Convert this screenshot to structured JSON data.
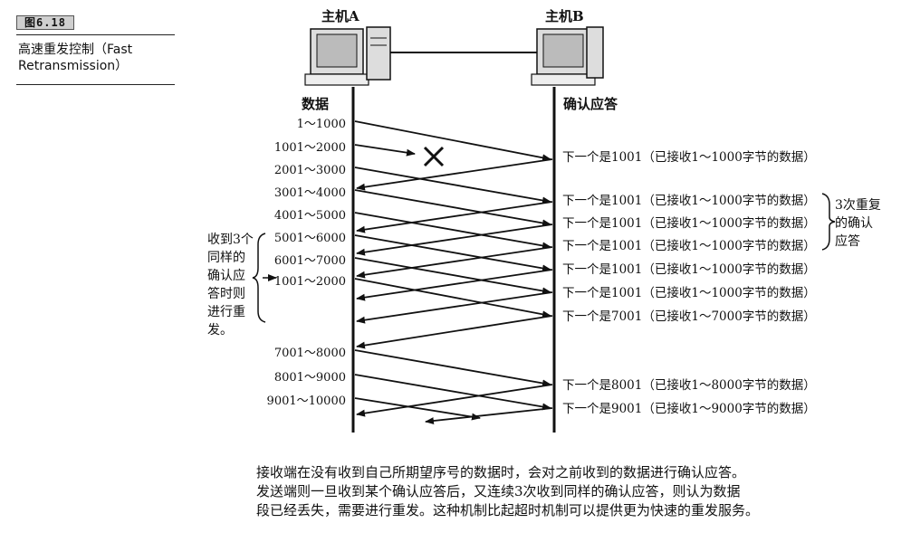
{
  "figure": {
    "number": "图6.18",
    "caption_line1": "高速重发控制（Fast",
    "caption_line2": "Retransmission）"
  },
  "hosts": {
    "a": "主机A",
    "b": "主机B"
  },
  "column_headers": {
    "left": "数据",
    "right": "确认应答"
  },
  "segments": [
    "1～1000",
    "1001～2000",
    "2001～3000",
    "3001～4000",
    "4001～5000",
    "5001～6000",
    "6001～7000",
    "1001～2000",
    "7001～8000",
    "8001～9000",
    "9001～10000"
  ],
  "acks": [
    "下一个是1001（已接收1～1000字节的数据）",
    "下一个是1001（已接收1～1000字节的数据）",
    "下一个是1001（已接收1～1000字节的数据）",
    "下一个是1001（已接收1～1000字节的数据）",
    "下一个是1001（已接收1～1000字节的数据）",
    "下一个是1001（已接收1～1000字节的数据）",
    "下一个是7001（已接收1～7000字节的数据）",
    "下一个是8001（已接收1～8000字节的数据）",
    "下一个是9001（已接收1～9000字节的数据）"
  ],
  "right_note": [
    "3次重复",
    "的确认",
    "应答"
  ],
  "left_note": [
    "收到3个",
    "同样的",
    "确认应",
    "答时则",
    "进行重",
    "发。"
  ],
  "description": [
    "接收端在没有收到自己所期望序号的数据时，会对之前收到的数据进行确认应答。",
    "发送端则一旦收到某个确认应答后，又连续3次收到同样的确认应答，则认为数据",
    "段已经丢失，需要进行重发。这种机制比起超时机制可以提供更为快速的重发服务。"
  ]
}
